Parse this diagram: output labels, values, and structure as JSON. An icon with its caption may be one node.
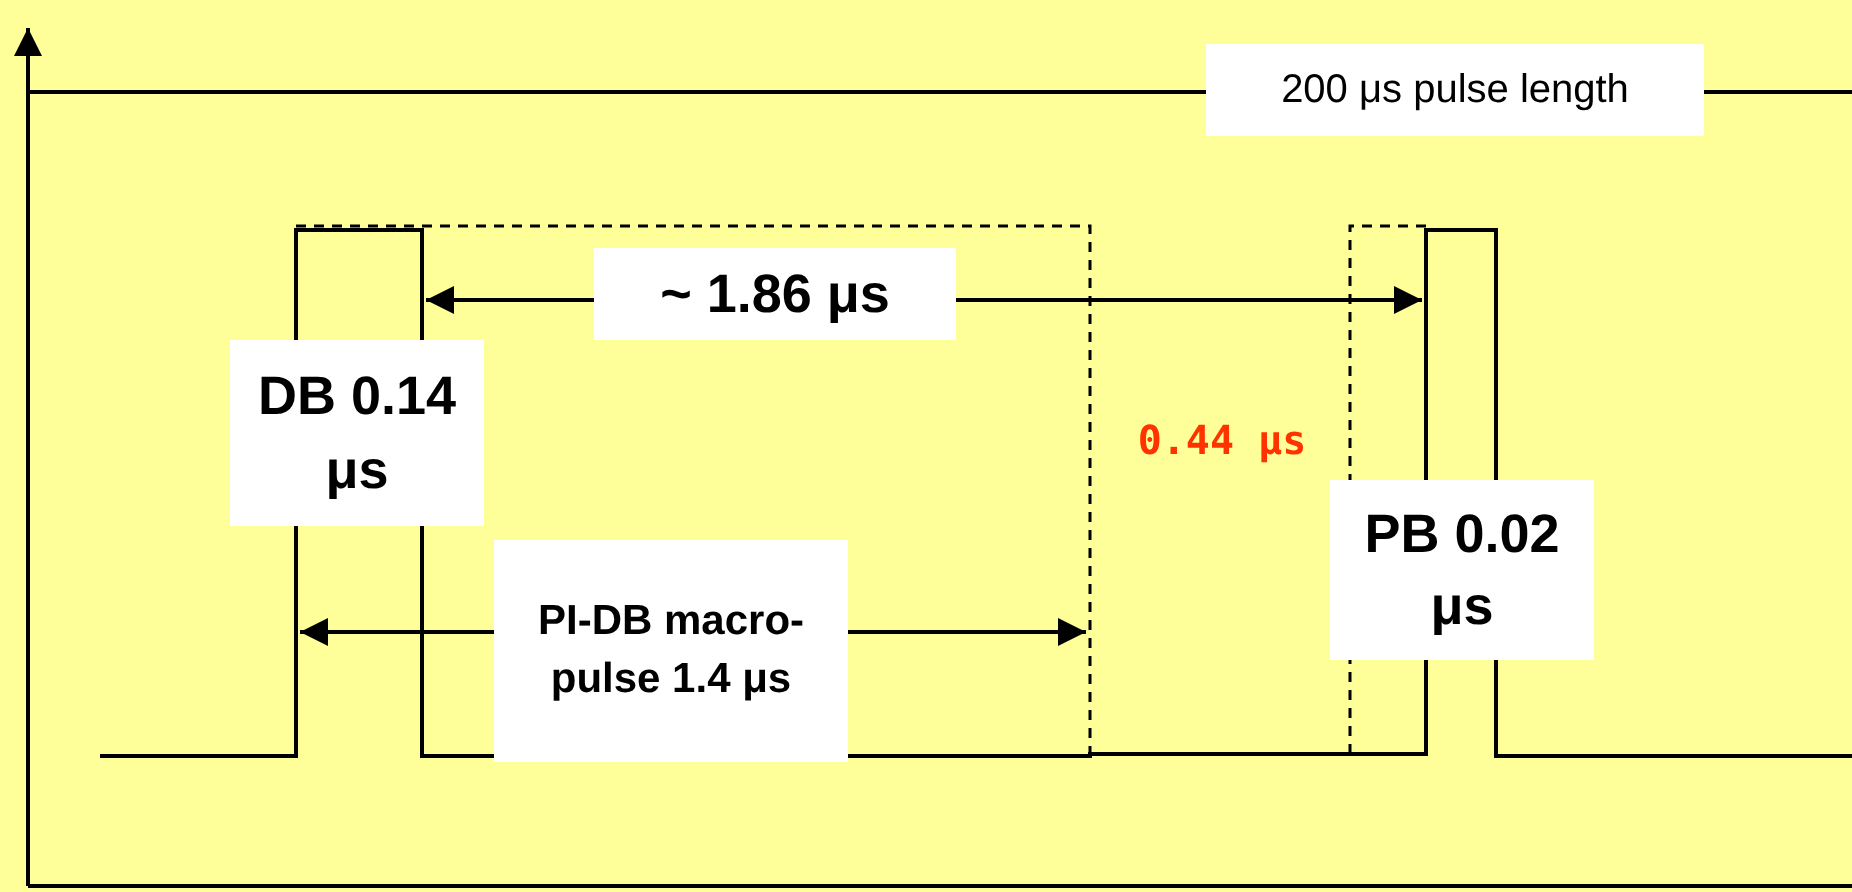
{
  "diagram": {
    "labels": [
      "200 μs pulse length",
      "~ 1.86 μs",
      "DB 0.14 μs",
      "0.44 μs",
      "PB 0.02 μs",
      "PI-DB macro-pulse 1.4 μs"
    ]
  }
}
